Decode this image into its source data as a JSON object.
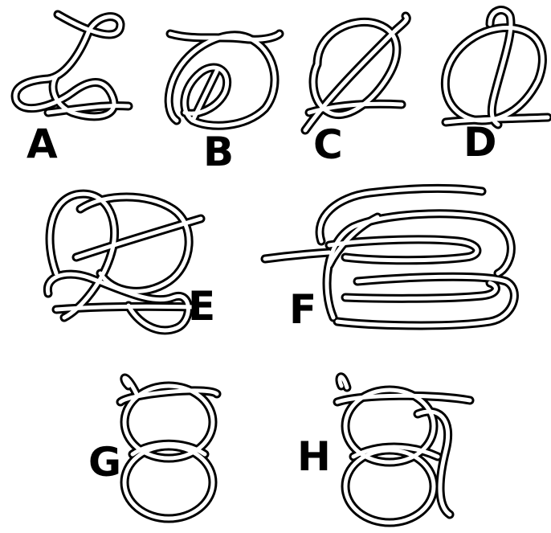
{
  "figures": [
    {
      "id": "A",
      "label": "A",
      "icon": "knot-icon"
    },
    {
      "id": "B",
      "label": "B",
      "icon": "knot-icon"
    },
    {
      "id": "C",
      "label": "C",
      "icon": "knot-icon"
    },
    {
      "id": "D",
      "label": "D",
      "icon": "knot-icon"
    },
    {
      "id": "E",
      "label": "E",
      "icon": "knot-icon"
    },
    {
      "id": "F",
      "label": "F",
      "icon": "coiled-knot-icon"
    },
    {
      "id": "G",
      "label": "G",
      "icon": "linked-loops-icon"
    },
    {
      "id": "H",
      "label": "H",
      "icon": "linked-loops-icon"
    }
  ],
  "colors": {
    "rope_outline": "#000000",
    "rope_fill": "#ffffff",
    "background": "#ffffff"
  }
}
